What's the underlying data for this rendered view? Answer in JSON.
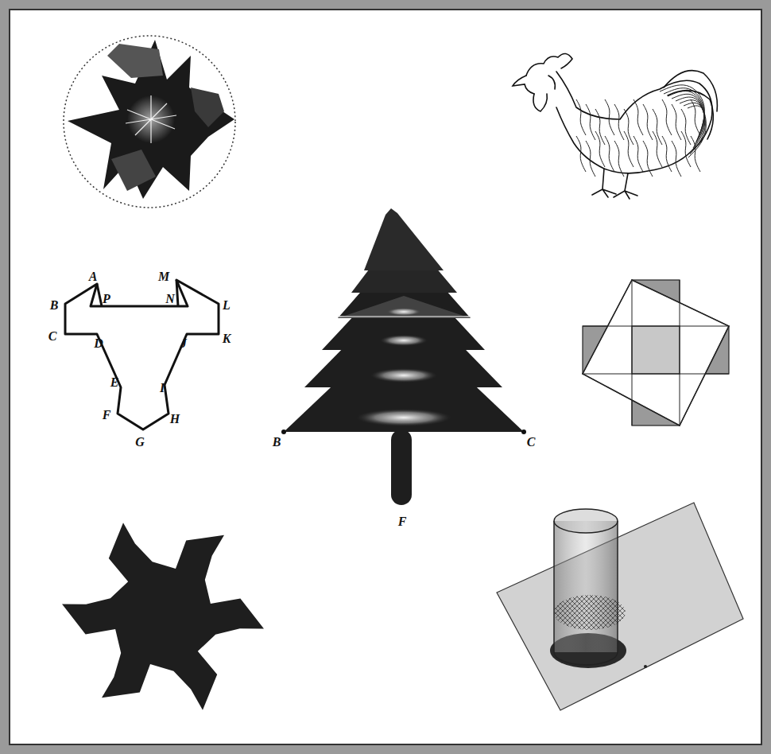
{
  "diagram": {
    "labels": [
      "A",
      "P",
      "M",
      "N",
      "B",
      "L",
      "C",
      "D",
      "J",
      "K",
      "E",
      "I",
      "F",
      "H",
      "G",
      "B",
      "C",
      "F"
    ]
  }
}
